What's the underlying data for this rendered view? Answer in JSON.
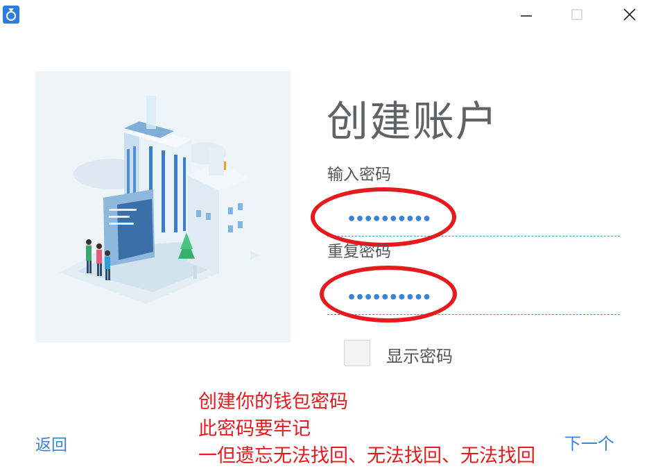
{
  "window": {
    "app_icon": "wallet-app-icon",
    "controls": {
      "minimize": "minimize-icon",
      "maximize": "maximize-icon",
      "close": "close-icon"
    }
  },
  "illustration": "city-building-illustration",
  "form": {
    "title": "创建账户",
    "password_label": "输入密码",
    "password_value": "••••••••••",
    "repeat_label": "重复密码",
    "repeat_value": "••••••••••",
    "show_password_label": "显示密码",
    "show_password_checked": false
  },
  "nav": {
    "back_label": "返回",
    "next_label": "下一个"
  },
  "annotation": {
    "color": "#e8191c",
    "lines": [
      "创建你的钱包密码",
      "此密码要牢记",
      "一但遗忘无法找回、无法找回、无法找回"
    ]
  },
  "colors": {
    "accent": "#3a83d8",
    "title": "#606266",
    "annotation": "#e8191c"
  }
}
